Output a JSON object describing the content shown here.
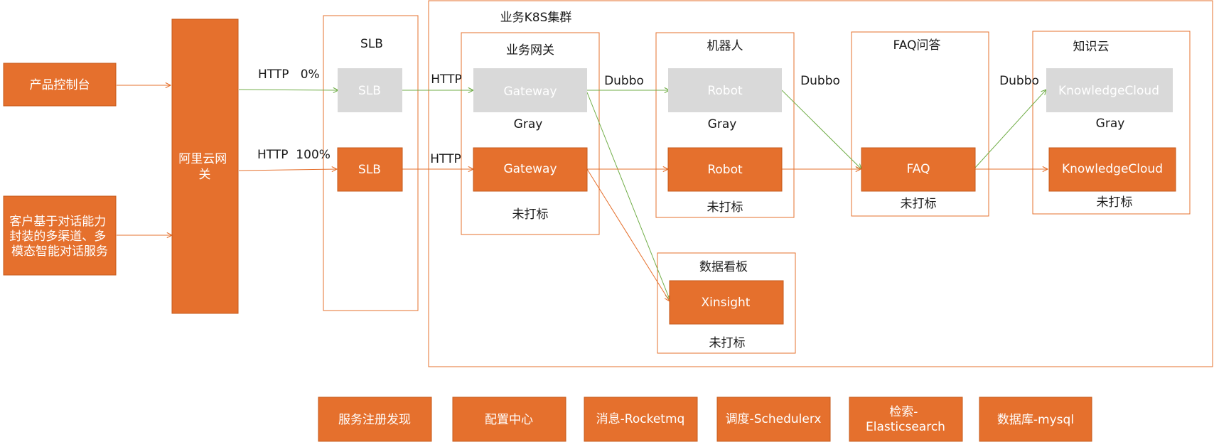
{
  "colors": {
    "orange": "#E5702D",
    "gray_box": "#D9D9D9",
    "green_line": "#70AD47",
    "text_dark": "#1A1A1A",
    "text_white": "#FFFFFF"
  },
  "left": {
    "console": "产品控制台",
    "customer_lines": [
      "客户基于对话能力",
      "封装的多渠道、多",
      "模态智能对话服务"
    ],
    "gateway_lines": [
      "阿里云网",
      "关"
    ]
  },
  "edges": {
    "http_gray": "HTTP   0%",
    "http_main": "HTTP  100%",
    "http_a": "HTTP",
    "http_b": "HTTP",
    "dubbo_a": "Dubbo",
    "dubbo_b": "Dubbo",
    "dubbo_c": "Dubbo"
  },
  "slb": {
    "title": "SLB",
    "gray": "SLB",
    "main": "SLB"
  },
  "cluster": {
    "title": "业务K8S集群",
    "biz_gateway": {
      "title": "业务网关",
      "gray": "Gateway",
      "gray_label": "Gray",
      "main": "Gateway",
      "main_label": "未打标"
    },
    "robot": {
      "title": "机器人",
      "gray": "Robot",
      "gray_label": "Gray",
      "main": "Robot",
      "main_label": "未打标"
    },
    "faq": {
      "title": "FAQ问答",
      "main": "FAQ",
      "main_label": "未打标"
    },
    "knowledge": {
      "title": "知识云",
      "gray": "KnowledgeCloud",
      "gray_label": "Gray",
      "main": "KnowledgeCloud",
      "main_label": "未打标"
    },
    "dashboard": {
      "title": "数据看板",
      "main": "Xinsight",
      "main_label": "未打标"
    }
  },
  "infra": [
    {
      "lines": [
        "服务注册发现"
      ]
    },
    {
      "lines": [
        "配置中心"
      ]
    },
    {
      "lines": [
        "消息-Rocketmq"
      ]
    },
    {
      "lines": [
        "调度-Schedulerx"
      ]
    },
    {
      "lines": [
        "检索-",
        "Elasticsearch"
      ]
    },
    {
      "lines": [
        "数据库-mysql"
      ]
    }
  ]
}
